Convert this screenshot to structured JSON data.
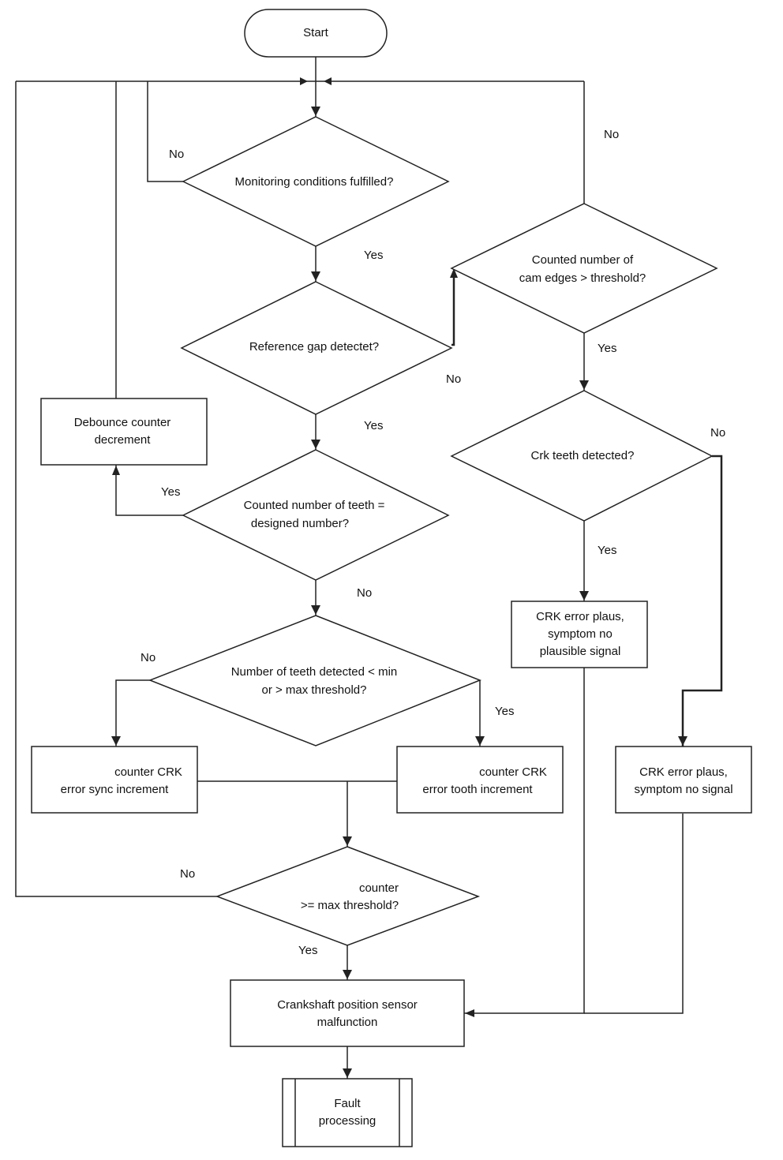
{
  "start": {
    "label": "Start"
  },
  "decisions": {
    "monitoring": [
      "Monitoring conditions fulfilled?"
    ],
    "ref_gap": [
      "Reference gap detectet?"
    ],
    "teeth_count": [
      "Counted number of teeth =",
      "designed number?"
    ],
    "teeth_threshold": [
      "Number of teeth detected < min",
      "or > max threshold?"
    ],
    "counter_threshold": [
      "counter",
      ">= max threshold?"
    ],
    "cam_edges": [
      "Counted number of",
      "cam edges > threshold?"
    ],
    "crk_teeth": [
      "Crk teeth detected?"
    ]
  },
  "processes": {
    "debounce": [
      "Debounce counter",
      "decrement"
    ],
    "sync_increment": [
      "counter CRK",
      "error sync increment"
    ],
    "tooth_increment": [
      "counter CRK",
      "error tooth increment"
    ],
    "plaus_no_plausible": [
      "CRK error plaus,",
      "symptom no",
      "plausible signal"
    ],
    "plaus_no_signal": [
      "CRK error plaus,",
      "symptom no signal"
    ],
    "malfunction": [
      "Crankshaft position sensor",
      "malfunction"
    ],
    "fault": [
      "Fault",
      "processing"
    ]
  },
  "edge_labels": {
    "monitoring_no": "No",
    "monitoring_yes": "Yes",
    "ref_gap_no": "No",
    "ref_gap_yes": "Yes",
    "teeth_count_yes": "Yes",
    "teeth_count_no": "No",
    "teeth_threshold_no": "No",
    "teeth_threshold_yes": "Yes",
    "counter_no": "No",
    "counter_yes": "Yes",
    "cam_no": "No",
    "cam_yes": "Yes",
    "crk_no": "No",
    "crk_yes": "Yes"
  }
}
